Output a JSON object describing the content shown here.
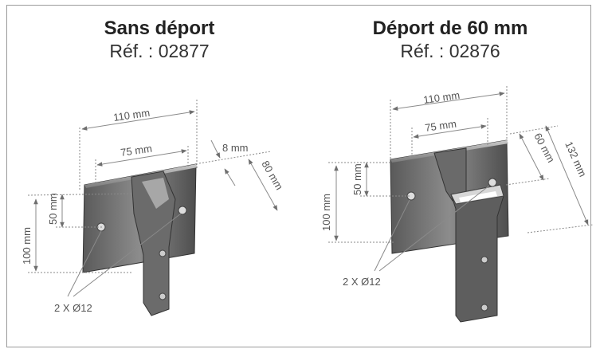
{
  "left": {
    "name": "Sans déport",
    "ref": "Réf. : 02877",
    "dims": {
      "width_top": "110 mm",
      "width_inner": "75 mm",
      "thickness": "8 mm",
      "depth": "80 mm",
      "hole_height": "50 mm",
      "plate_height": "100 mm",
      "holes": "2 X Ø12"
    }
  },
  "right": {
    "name": "Déport de 60 mm",
    "ref": "Réf. : 02876",
    "dims": {
      "width_top": "110 mm",
      "width_inner": "75 mm",
      "offset": "60 mm",
      "depth": "132 mm",
      "hole_height": "50 mm",
      "plate_height": "100 mm",
      "holes": "2 X Ø12"
    }
  }
}
